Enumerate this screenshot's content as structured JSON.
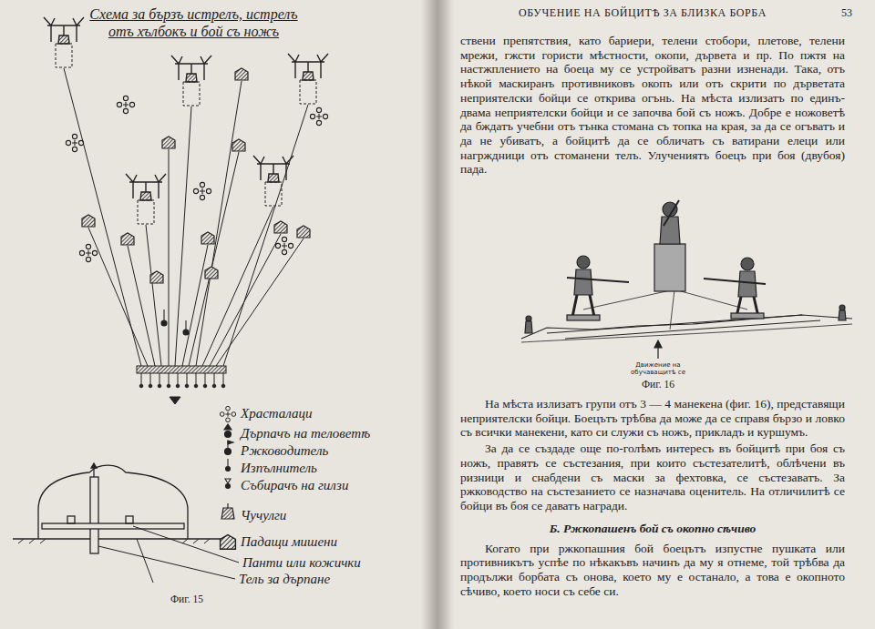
{
  "diagram": {
    "title": "Схема за бързъ истрелъ, истрелъ отъ хълбокъ и бой съ ножъ",
    "caption": "Фиг. 15",
    "labels": [
      "Панти или кожички",
      "Тель за дърпане",
      "ОБУЧЕНИЕ НА БОЙЦИТѢ ЗА БЛИЗКА БОРБА",
      "53",
      "ствени препятствия, като бариери, телени стобори, плетове, телени мрежи, гжсти гористи мѣстности, окопи, дървета и пр. По пжтя на настжплението на боеца му се устройватъ разни изненади. Така, отъ нѣкой маскиранъ противниковъ окопъ или отъ скрити по дърветата неприятелски бойци се открива огънь. На мѣста излизатъ по единъ-двама неприятелски бойци и се започва бой съ ножъ. Добре е ножоветѣ да бждатъ учебни отъ тънка стомана съ топка на края, за да се огъватъ и да не убиватъ, а бойцитѣ да се обличатъ съ ватирани елеци или нагрждници отъ стоманени телъ. Улучениятъ боецъ при боя (двубоя) пада.",
      "Движение на обучаващитѣ се",
      "Фиг. 16",
      "На мѣста излизатъ групи отъ 3 — 4 манекена (фиг. 16), представящи неприятелски бойци. Боецътъ трѣбва да може да се справя бързо и ловко съ всички манекени, като си служи съ ножъ, прикладъ и куршумъ.",
      "За да се създаде още по-голѣмъ интересъ въ бойцитѣ при боя съ ножъ, правятъ се състезания, при които състезателитѣ, облѣчени въ ризници и снабдени съ маски за фехтовка, се състезаватъ. За ржководство на състезанието се назначава оценитель. На отличилитѣ се бойци въ боя се даватъ награди.",
      "Б. Ржкопашенъ бой съ окопно сѣчиво",
      "Когато при ржкопашния бой боецътъ изпустне пушката или противникътъ успѣе по нѣкакъвъ начинъ да му я отнеме, той трѣбва да продължи борбата съ онова, което му е останало, а това е окопното сѣчиво, което носи съ себе си."
    ],
    "legend": [
      {
        "text": "Храсталаци"
      },
      {
        "text": "Дърпачъ на теловетѣ"
      },
      {
        "text": "Ржководитель"
      },
      {
        "text": "Изпълнитель"
      },
      {
        "text": "Събирачъ на гилзи"
      },
      {
        "text": "Чучулги"
      },
      {
        "text": "Падащи мишени"
      }
    ]
  }
}
